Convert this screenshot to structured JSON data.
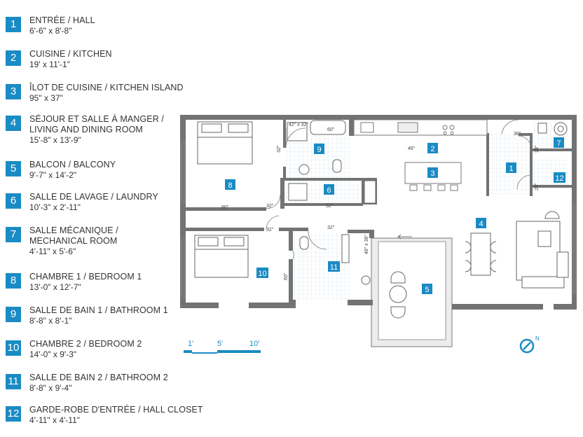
{
  "legend": [
    {
      "num": "1",
      "name": "ENTRÉE / HALL",
      "dim": "6'-6\" x 8'-8\""
    },
    {
      "num": "2",
      "name": "CUISINE / KITCHEN",
      "dim": "19' x 11'-1\""
    },
    {
      "num": "3",
      "name": "ÎLOT DE CUISINE / KITCHEN ISLAND",
      "dim": "95\" x 37\""
    },
    {
      "num": "4",
      "name": "SÉJOUR ET SALLE À MANGER /",
      "name2": "LIVING AND DINING ROOM",
      "dim": "15'-8\" x 13'-9\""
    },
    {
      "num": "5",
      "name": "BALCON / BALCONY",
      "dim": "9'-7\" x 14'-2\""
    },
    {
      "num": "6",
      "name": "SALLE DE LAVAGE / LAUNDRY",
      "dim": "10'-3\" x 2'-11\""
    },
    {
      "num": "7",
      "name": "SALLE MÉCANIQUE /",
      "name2": "MECHANICAL ROOM",
      "dim": "4'-11\" x 5'-6\""
    },
    {
      "num": "8",
      "name": "CHAMBRE 1 / BEDROOM 1",
      "dim": "13'-0\" x 12'-7\""
    },
    {
      "num": "9",
      "name": "SALLE DE BAIN 1 / BATHROOM 1",
      "dim": "8'-8\" x 8'-1\""
    },
    {
      "num": "10",
      "name": "CHAMBRE 2 / BEDROOM 2",
      "dim": "14'-0\" x 9'-3\""
    },
    {
      "num": "11",
      "name": "SALLE DE BAIN 2 / BATHROOM 2",
      "dim": "8'-8\" x 9'-4\""
    },
    {
      "num": "12",
      "name": "GARDE-ROBE D'ENTRÉE / HALL CLOSET",
      "dim": "4'-11\" x 4'-11\""
    }
  ],
  "plan": {
    "dimension_labels": {
      "d_42x32": "42\" x 32\"",
      "d_60": "60\"",
      "d_32_bath": "32\"",
      "d_46": "46\"",
      "d_36": "36\"",
      "d_28a": "28\"",
      "d_28b": "28\"",
      "d_90": "90\"",
      "d_32_a": "32\"",
      "d_32_b": "32\"",
      "d_32_c": "32\"",
      "d_32_d": "32\"",
      "d_48x36": "48\" x 36\"",
      "d_60_b": "60\""
    },
    "scale": {
      "s1": "1'",
      "s5": "5'",
      "s10": "10'"
    },
    "north": "N"
  },
  "colors": {
    "accent": "#1a8bc4",
    "wall": "#707070",
    "tile": "#d9ecf4"
  }
}
